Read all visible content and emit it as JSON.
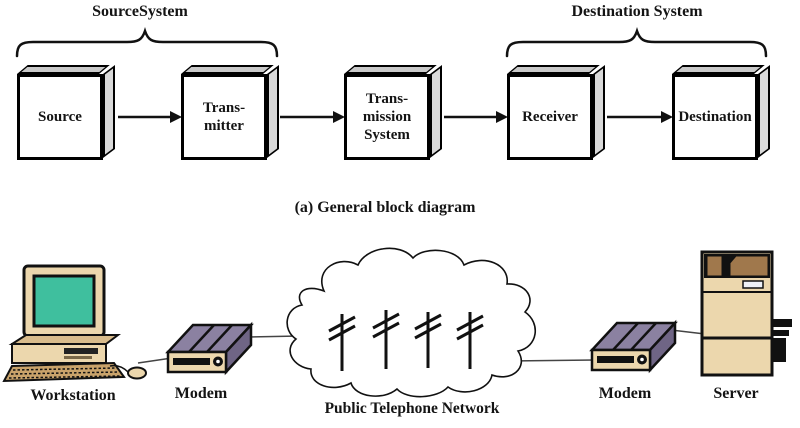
{
  "block_diagram": {
    "source_system_label": "SourceSystem",
    "destination_system_label": "Destination System",
    "caption": "(a) General block diagram",
    "blocks": [
      {
        "label": "Source"
      },
      {
        "label": "Trans-\nmitter"
      },
      {
        "label": "Trans-\nmission\nSystem"
      },
      {
        "label": "Receiver"
      },
      {
        "label": "Destination"
      }
    ]
  },
  "network_example": {
    "workstation_label": "Workstation",
    "modem_left_label": "Modem",
    "network_label": "Public Telephone Network",
    "modem_right_label": "Modem",
    "server_label": "Server"
  },
  "icons": {
    "workstation": "desktop-computer-clipart",
    "modem": "desktop-modem-clipart",
    "network": "cloud-with-telephone-poles",
    "server": "tower-server-clipart"
  },
  "colors": {
    "box_top_face": "#c9c9c9",
    "box_side_face": "#d9d9d9",
    "device_tan": "#ecd7ad",
    "screen_teal": "#3fbf9e",
    "modem_top_purple": "#8b81a1",
    "modem_side_purple": "#6f6585",
    "server_brown": "#a0784c",
    "case_top_tan": "#d9bc8c",
    "keyboard_tan": "#c9a36b",
    "ink": "#111111"
  }
}
